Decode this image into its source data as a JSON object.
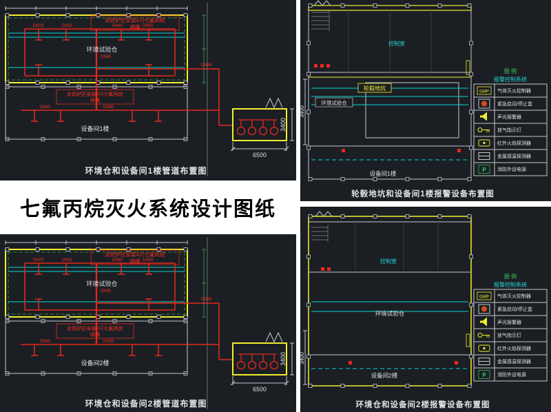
{
  "title": "七氟丙烷灭火系统设计图纸",
  "pipe_labels": [
    "DN25",
    "DN32",
    "DN40",
    "DN50",
    "DN65",
    "DN65",
    "DN40",
    "DN50"
  ],
  "notes": {
    "nozzle_line1": "此防护区安装4只七氟丙烷",
    "nozzle_line2": "喷嘴"
  },
  "panel_tl": {
    "caption": "环境仓和设备间1楼管道布置图",
    "chamber_label": "环境试验仓",
    "room_label": "设备间1楼",
    "dim_width": "6500",
    "dim_height": "3400"
  },
  "panel_bl": {
    "caption": "环境仓和设备间2楼管道布置图",
    "chamber_label": "环境试验仓",
    "room_label": "设备间2楼",
    "dim_width": "6500",
    "dim_height": "3400"
  },
  "panel_tr": {
    "caption": "轮毂地坑和设备间1楼报警设备布置图",
    "control_room_label": "控制室",
    "pit_label": "轮毂地坑",
    "chamber_label": "环境试验仓",
    "room_label": "设备间1楼",
    "dim_height": "3400"
  },
  "panel_br": {
    "caption": "环境仓和设备间2楼报警设备布置图",
    "control_room_label": "控制室",
    "chamber_label": "环境试验仓",
    "room_label": "设备间2楼",
    "dim_height": "3400"
  },
  "legend": {
    "header": "图 例",
    "title": "报警控制系统",
    "rows": [
      {
        "symbol": "GMP",
        "label": "气体灭火控制器"
      },
      {
        "symbol": "",
        "label": "紧急启动/停止盒"
      },
      {
        "symbol": "",
        "label": "声光报警器"
      },
      {
        "symbol": "",
        "label": "放气指示灯"
      },
      {
        "symbol": "",
        "label": "红外火焰探测器"
      },
      {
        "symbol": "",
        "label": "金属感温探测器"
      },
      {
        "symbol": "P",
        "label": "消防外设电源"
      }
    ]
  },
  "colors": {
    "background": "#1b1f24",
    "cad_red": "#e8281e",
    "cad_yellow": "#f2ef2f",
    "cad_cyan": "#00d8d8",
    "cad_green": "#3aa94f",
    "cad_white": "#dde1e4"
  }
}
